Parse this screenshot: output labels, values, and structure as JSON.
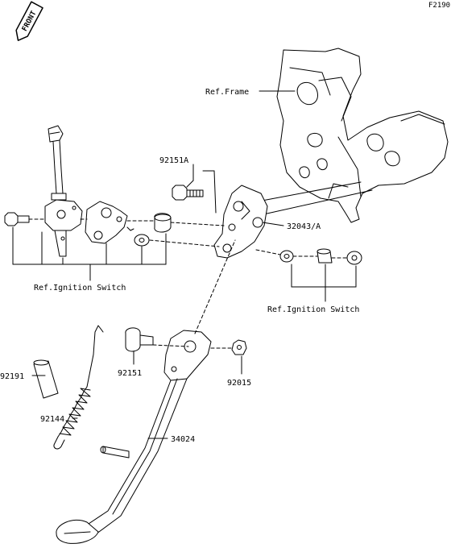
{
  "figure_code": "F2190",
  "front_badge": "FRONT",
  "labels": {
    "ref_frame": "Ref.Frame",
    "p92151A": "92151A",
    "p32043A": "32043/A",
    "ref_ign_left": "Ref.Ignition Switch",
    "ref_ign_right": "Ref.Ignition Switch",
    "p92191": "92191",
    "p92151": "92151",
    "p92015": "92015",
    "p92144": "92144",
    "p34024": "34024"
  }
}
